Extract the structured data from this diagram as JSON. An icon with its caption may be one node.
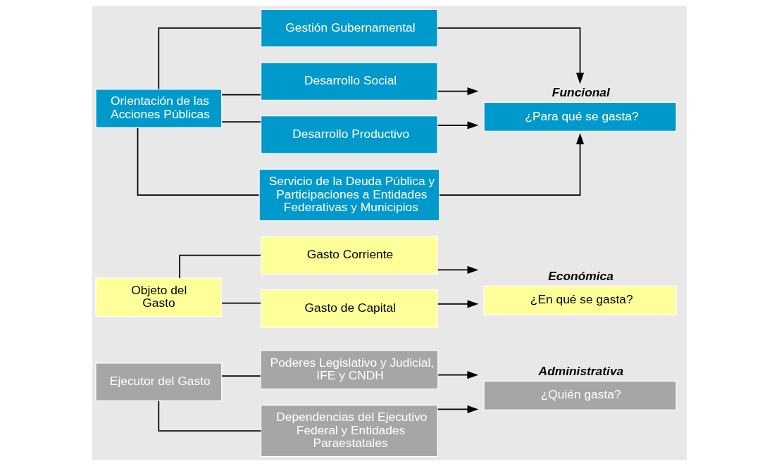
{
  "diagram": {
    "nodes": [
      {
        "text": [
          "Ejecutor del Gasto"
        ]
      },
      {
        "text": [
          "Poderes Legislativo y Judicial, IFE y CNDH"
        ]
      },
      {
        "text": [
          "Dependencias del Ejecutivo Federal y Entidades Paraestatales"
        ]
      },
      {
        "text": [
          "Administrativa",
          "¿Quién gasta?"
        ]
      },
      {
        "text": [
          "Objeto del Gasto"
        ]
      },
      {
        "text": [
          "Gasto Corriente"
        ]
      },
      {
        "text": [
          "Gasto de Capital"
        ]
      },
      {
        "text": [
          "Económica",
          "¿En qué se gasta?"
        ]
      },
      {
        "text": [
          "Orientación de las Acciones Públicas"
        ]
      },
      {
        "text": [
          "Gestión Gubernamental"
        ]
      },
      {
        "text": [
          "Desarrollo Social"
        ]
      },
      {
        "text": [
          "Desarrollo Productivo"
        ]
      },
      {
        "text": [
          "Servicio de la Deuda Pública y Participaciones a Entidades Federativas y Municipios"
        ]
      },
      {
        "text": [
          "Funcional",
          "¿Para qué se gasta?"
        ]
      }
    ],
    "edges": [
      {
        "from": 0,
        "to": 1,
        "arrow": "none"
      },
      {
        "from": 0,
        "to": 2,
        "arrow": "none"
      },
      {
        "from": 1,
        "to": 3,
        "arrow": "to"
      },
      {
        "from": 2,
        "to": 3,
        "arrow": "to"
      },
      {
        "from": 4,
        "to": 5,
        "arrow": "none"
      },
      {
        "from": 4,
        "to": 6,
        "arrow": "none"
      },
      {
        "from": 5,
        "to": 7,
        "arrow": "to"
      },
      {
        "from": 6,
        "to": 7,
        "arrow": "to"
      },
      {
        "from": 8,
        "to": 9,
        "arrow": "none"
      },
      {
        "from": 8,
        "to": 10,
        "arrow": "none"
      },
      {
        "from": 8,
        "to": 11,
        "arrow": "none"
      },
      {
        "from": 8,
        "to": 12,
        "arrow": "none"
      },
      {
        "from": 9,
        "to": 13,
        "arrow": "to"
      },
      {
        "from": 10,
        "to": 13,
        "arrow": "to"
      },
      {
        "from": 11,
        "to": 13,
        "arrow": "to"
      },
      {
        "from": 12,
        "to": 13,
        "arrow": "to"
      }
    ]
  }
}
